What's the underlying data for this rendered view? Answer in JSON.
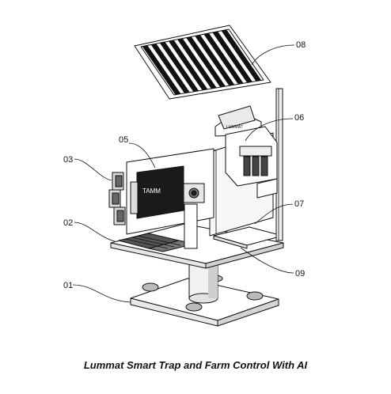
{
  "caption": "Lummat Smart Trap and Farm Control With AI",
  "callouts": {
    "c01": "01",
    "c02": "02",
    "c03": "03",
    "c05": "05",
    "c06": "06",
    "c07": "07",
    "c08": "08",
    "c09": "09"
  },
  "board_text": "TAMM",
  "module_text": "LUMMAT"
}
